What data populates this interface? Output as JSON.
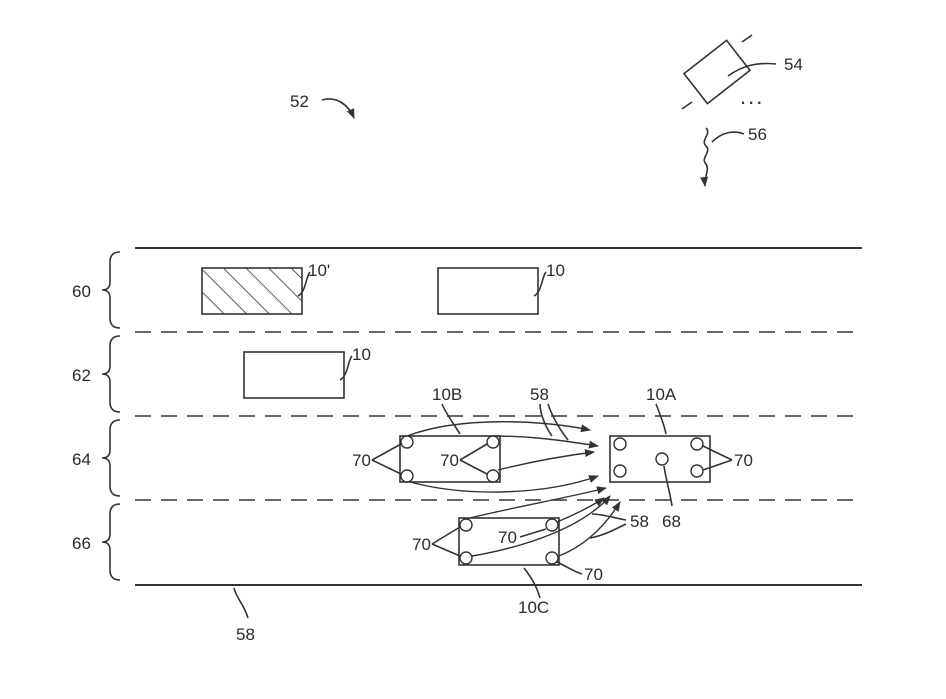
{
  "labels": {
    "system": "52",
    "satellite": "54",
    "signal": "56",
    "road": "58",
    "comm_arrows_top": "58",
    "comm_arrows_bottom": "58",
    "lane_1": "60",
    "lane_2": "62",
    "lane_3": "64",
    "lane_4": "66",
    "vehicle_hatched": "10'",
    "vehicle_lane1": "10",
    "vehicle_lane2": "10",
    "vehicle_a": "10A",
    "vehicle_b": "10B",
    "vehicle_c": "10C",
    "sensor_b_left": "70",
    "sensor_b_inner": "70",
    "sensor_a_right": "70",
    "sensor_c_left": "70",
    "sensor_c_inner": "70",
    "sensor_c_right": "70",
    "controller": "68",
    "ellipsis": "..."
  }
}
